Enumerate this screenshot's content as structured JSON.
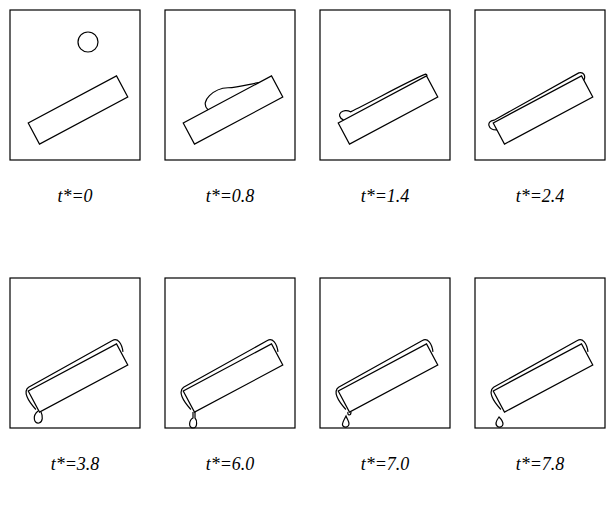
{
  "diagram": {
    "labels": [
      "t*=0",
      "t*=0.8",
      "t*=1.4",
      "t*=2.4",
      "t*=3.8",
      "t*=6.0",
      "t*=7.0",
      "t*=7.8"
    ]
  }
}
